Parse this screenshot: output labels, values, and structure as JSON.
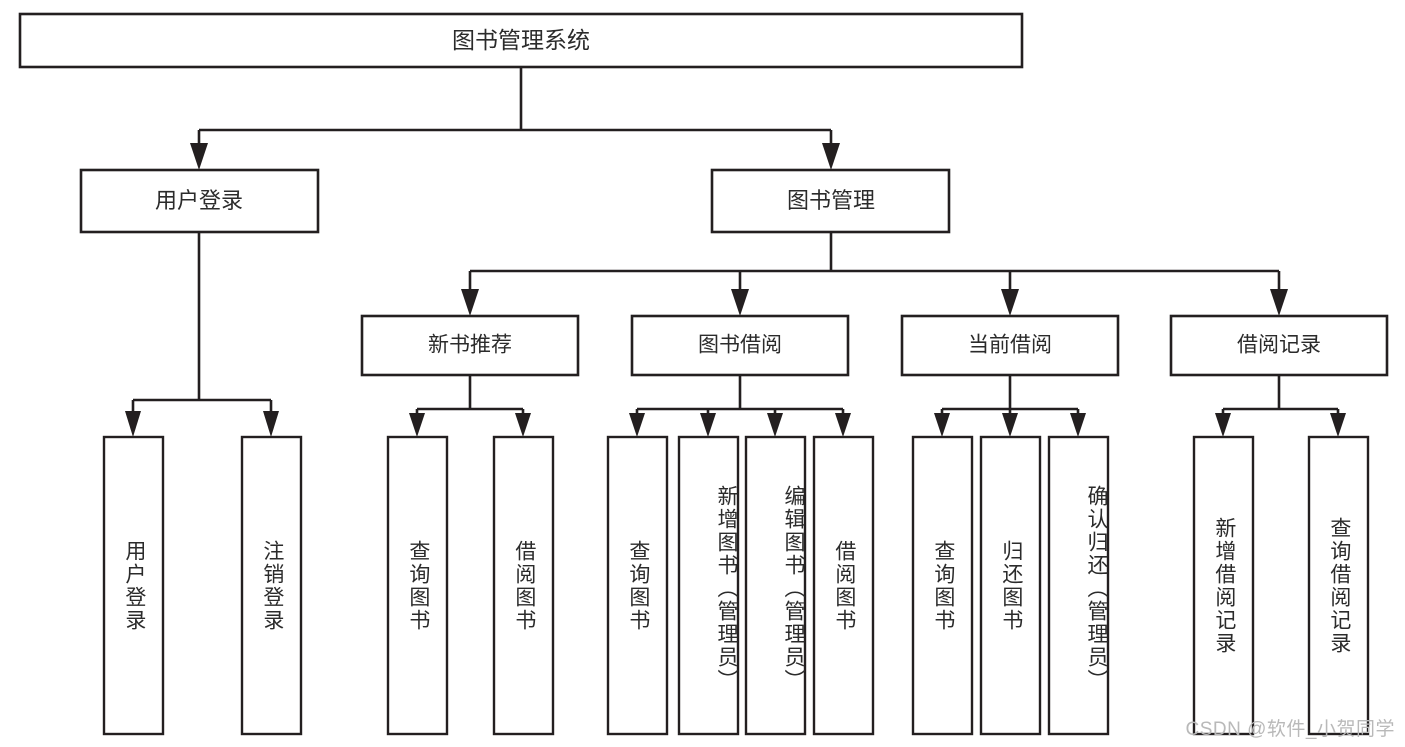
{
  "diagram": {
    "type": "tree",
    "title": "图书管理系统",
    "root": {
      "id": "root",
      "label": "图书管理系统",
      "orientation": "horizontal"
    },
    "level2": [
      {
        "id": "user-login",
        "label": "用户登录",
        "orientation": "horizontal"
      },
      {
        "id": "book-management",
        "label": "图书管理",
        "orientation": "horizontal"
      }
    ],
    "level3": [
      {
        "id": "new-book-recommend",
        "label": "新书推荐",
        "orientation": "horizontal",
        "parent": "book-management"
      },
      {
        "id": "book-borrow",
        "label": "图书借阅",
        "orientation": "horizontal",
        "parent": "book-management"
      },
      {
        "id": "current-borrow",
        "label": "当前借阅",
        "orientation": "horizontal",
        "parent": "book-management"
      },
      {
        "id": "borrow-record",
        "label": "借阅记录",
        "orientation": "horizontal",
        "parent": "book-management"
      }
    ],
    "leaves": [
      {
        "id": "leaf-user-login",
        "label": "用户登录",
        "orientation": "vertical",
        "parent": "user-login"
      },
      {
        "id": "leaf-user-logout",
        "label": "注销登录",
        "orientation": "vertical",
        "parent": "user-login"
      },
      {
        "id": "leaf-query-book-1",
        "label": "查询图书",
        "orientation": "vertical",
        "parent": "new-book-recommend"
      },
      {
        "id": "leaf-borrow-book-1",
        "label": "借阅图书",
        "orientation": "vertical",
        "parent": "new-book-recommend"
      },
      {
        "id": "leaf-query-book-2",
        "label": "查询图书",
        "orientation": "vertical",
        "parent": "book-borrow"
      },
      {
        "id": "leaf-add-book",
        "label": "新增图书（管理员）",
        "orientation": "vertical",
        "parent": "book-borrow"
      },
      {
        "id": "leaf-edit-book",
        "label": "编辑图书（管理员）",
        "orientation": "vertical",
        "parent": "book-borrow"
      },
      {
        "id": "leaf-borrow-book-2",
        "label": "借阅图书",
        "orientation": "vertical",
        "parent": "book-borrow"
      },
      {
        "id": "leaf-query-book-3",
        "label": "查询图书",
        "orientation": "vertical",
        "parent": "current-borrow"
      },
      {
        "id": "leaf-return-book",
        "label": "归还图书",
        "orientation": "vertical",
        "parent": "current-borrow"
      },
      {
        "id": "leaf-confirm-return",
        "label": "确认归还（管理员）",
        "orientation": "vertical",
        "parent": "current-borrow"
      },
      {
        "id": "leaf-add-record",
        "label": "新增借阅记录",
        "orientation": "vertical",
        "parent": "borrow-record"
      },
      {
        "id": "leaf-query-record",
        "label": "查询借阅记录",
        "orientation": "vertical",
        "parent": "borrow-record"
      }
    ],
    "colors": {
      "stroke": "#231f20",
      "fill": "#ffffff",
      "text": "#2b2b2b",
      "background": "#ffffff",
      "watermark": "#b9b9b9"
    }
  },
  "watermark": {
    "text": "CSDN @软件_小贺同学"
  }
}
